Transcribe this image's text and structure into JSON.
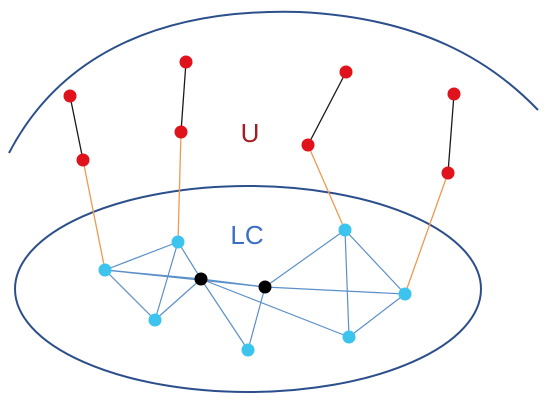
{
  "colors": {
    "outline": "#2c4f8c",
    "upper_node": "#e0131c",
    "lower_node": "#3cc4ee",
    "hub_node": "#000000",
    "upper_edge": "#1a1a1a",
    "cross_edge": "#ee9a4e",
    "lower_edge": "#5b8fc9",
    "label_U": "#a51c24",
    "label_LC": "#3a6fc4"
  },
  "labels": {
    "upper_region": "U",
    "lower_region": "LC"
  },
  "graph": {
    "upper_nodes": [
      "u1a",
      "u1b",
      "u2a",
      "u2b",
      "u3a",
      "u3b",
      "u4a",
      "u4b"
    ],
    "lower_nodes": [
      "l1",
      "l2",
      "l3",
      "l4",
      "l5",
      "l6",
      "l7"
    ],
    "hub_nodes": [
      "h1",
      "h2"
    ],
    "upper_edges": [
      [
        "u1a",
        "u1b"
      ],
      [
        "u2a",
        "u2b"
      ],
      [
        "u3a",
        "u3b"
      ],
      [
        "u4a",
        "u4b"
      ]
    ],
    "cross_edges": [
      [
        "u1b",
        "l1"
      ],
      [
        "u2b",
        "l2"
      ],
      [
        "u3b",
        "l5"
      ],
      [
        "u4b",
        "l6"
      ]
    ],
    "lower_edges": [
      [
        "l1",
        "l2"
      ],
      [
        "l1",
        "l3"
      ],
      [
        "l1",
        "h1"
      ],
      [
        "l1",
        "h2"
      ],
      [
        "l2",
        "l3"
      ],
      [
        "l2",
        "h1"
      ],
      [
        "l3",
        "h1"
      ],
      [
        "h1",
        "l4"
      ],
      [
        "h1",
        "h2"
      ],
      [
        "h1",
        "l7"
      ],
      [
        "h2",
        "l4"
      ],
      [
        "h2",
        "l5"
      ],
      [
        "h2",
        "l6"
      ],
      [
        "l5",
        "l6"
      ],
      [
        "l5",
        "l7"
      ],
      [
        "l7",
        "l6"
      ]
    ]
  }
}
